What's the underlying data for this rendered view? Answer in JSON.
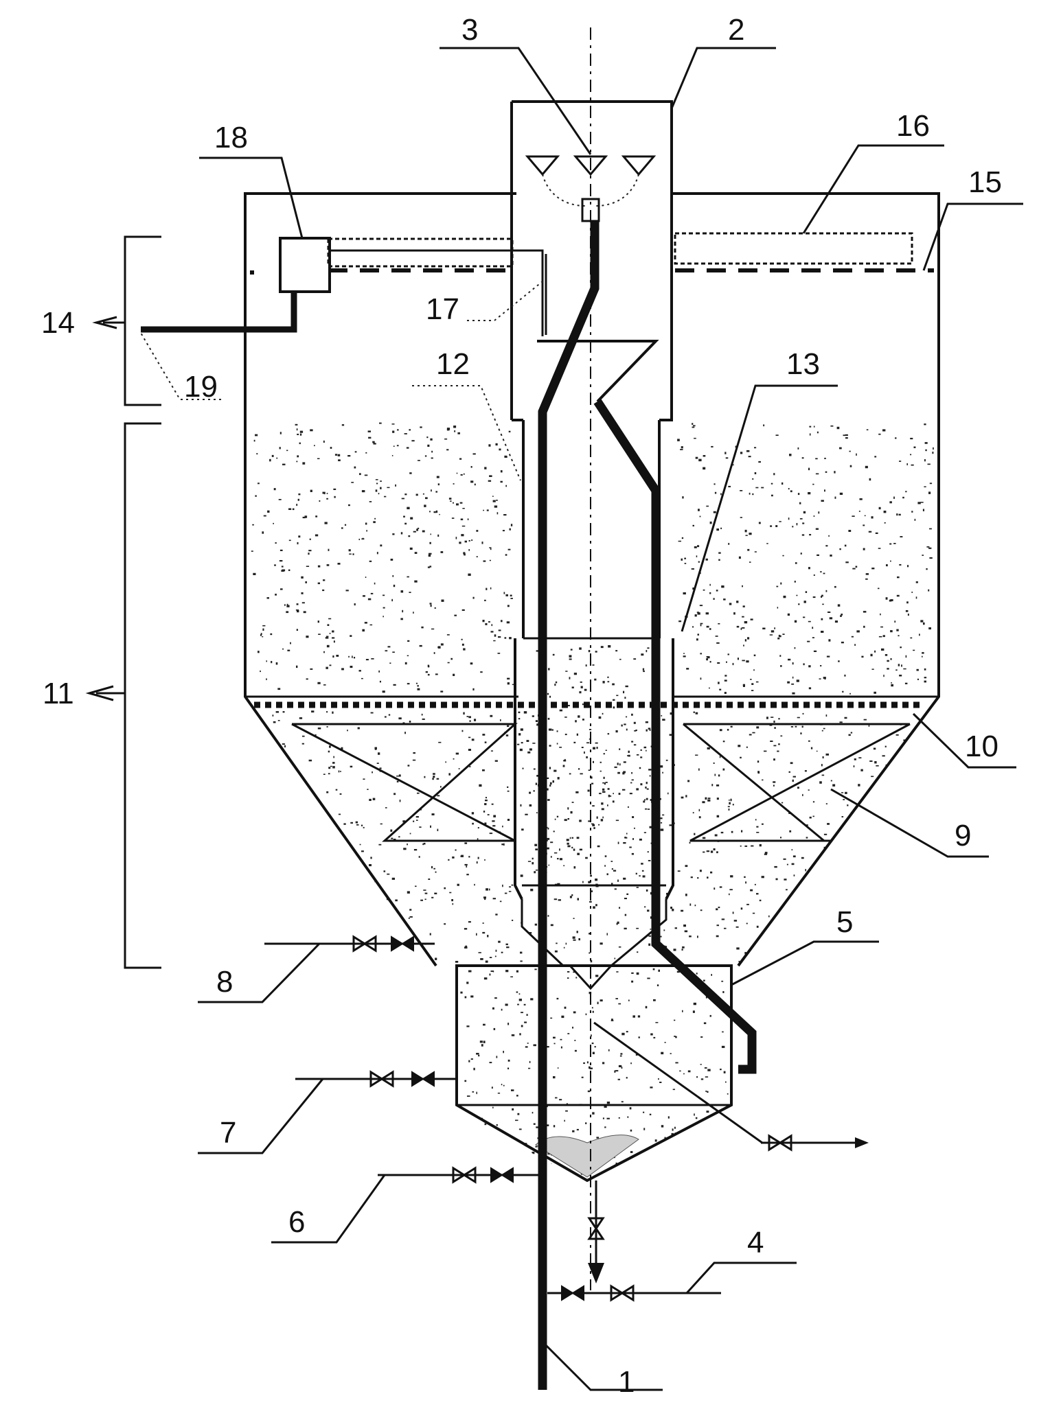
{
  "labels": {
    "n1": "1",
    "n2": "2",
    "n3": "3",
    "n4": "4",
    "n5": "5",
    "n6": "6",
    "n7": "7",
    "n8": "8",
    "n9": "9",
    "n10": "10",
    "n11": "11",
    "n12": "12",
    "n13": "13",
    "n14": "14",
    "n15": "15",
    "n16": "16",
    "n17": "17",
    "n18": "18",
    "n19": "19"
  },
  "colors": {
    "line": "#111111",
    "background": "#ffffff",
    "speckle": "#222222"
  }
}
